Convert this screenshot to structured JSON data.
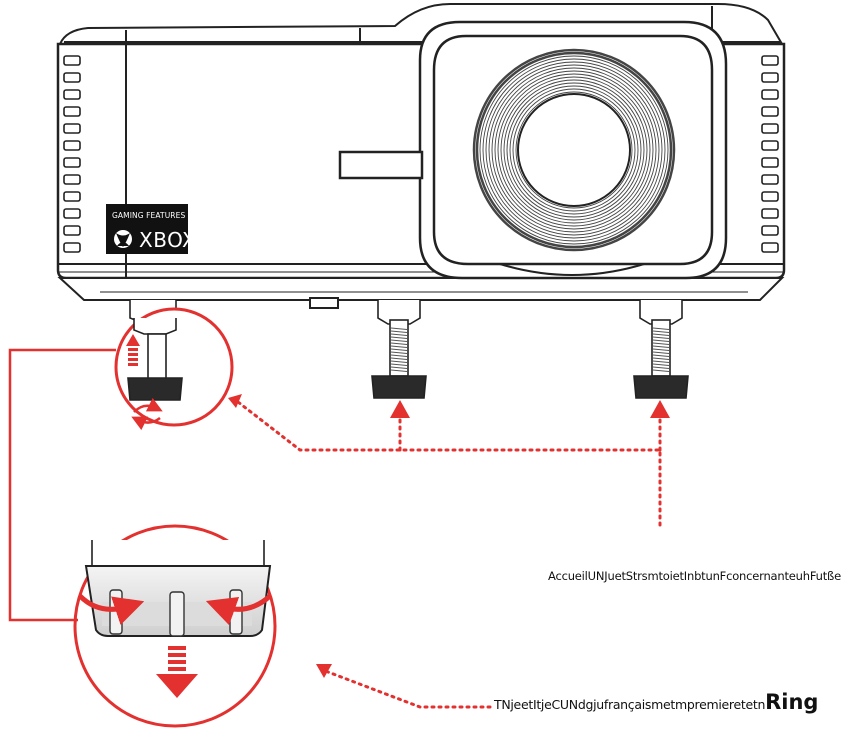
{
  "badge": {
    "line1": "GAMING FEATURES FOR",
    "brand": "XBOX"
  },
  "labels": {
    "foot_adjust": "AccueilUNJuetStrsmtoietInbtunFconcernanteuhFutße",
    "ring_small": "TNjeetItjeCUNdgjufrançaismetmpremieretetn",
    "ring_big": "Ring"
  },
  "colors": {
    "accent": "#e2312f",
    "outline": "#222222",
    "badge_bg": "#111111"
  },
  "icons": [
    "xbox-logo-icon",
    "arrow-up-icon",
    "rotate-icon",
    "arrow-down-icon",
    "curved-arrow-icon"
  ]
}
